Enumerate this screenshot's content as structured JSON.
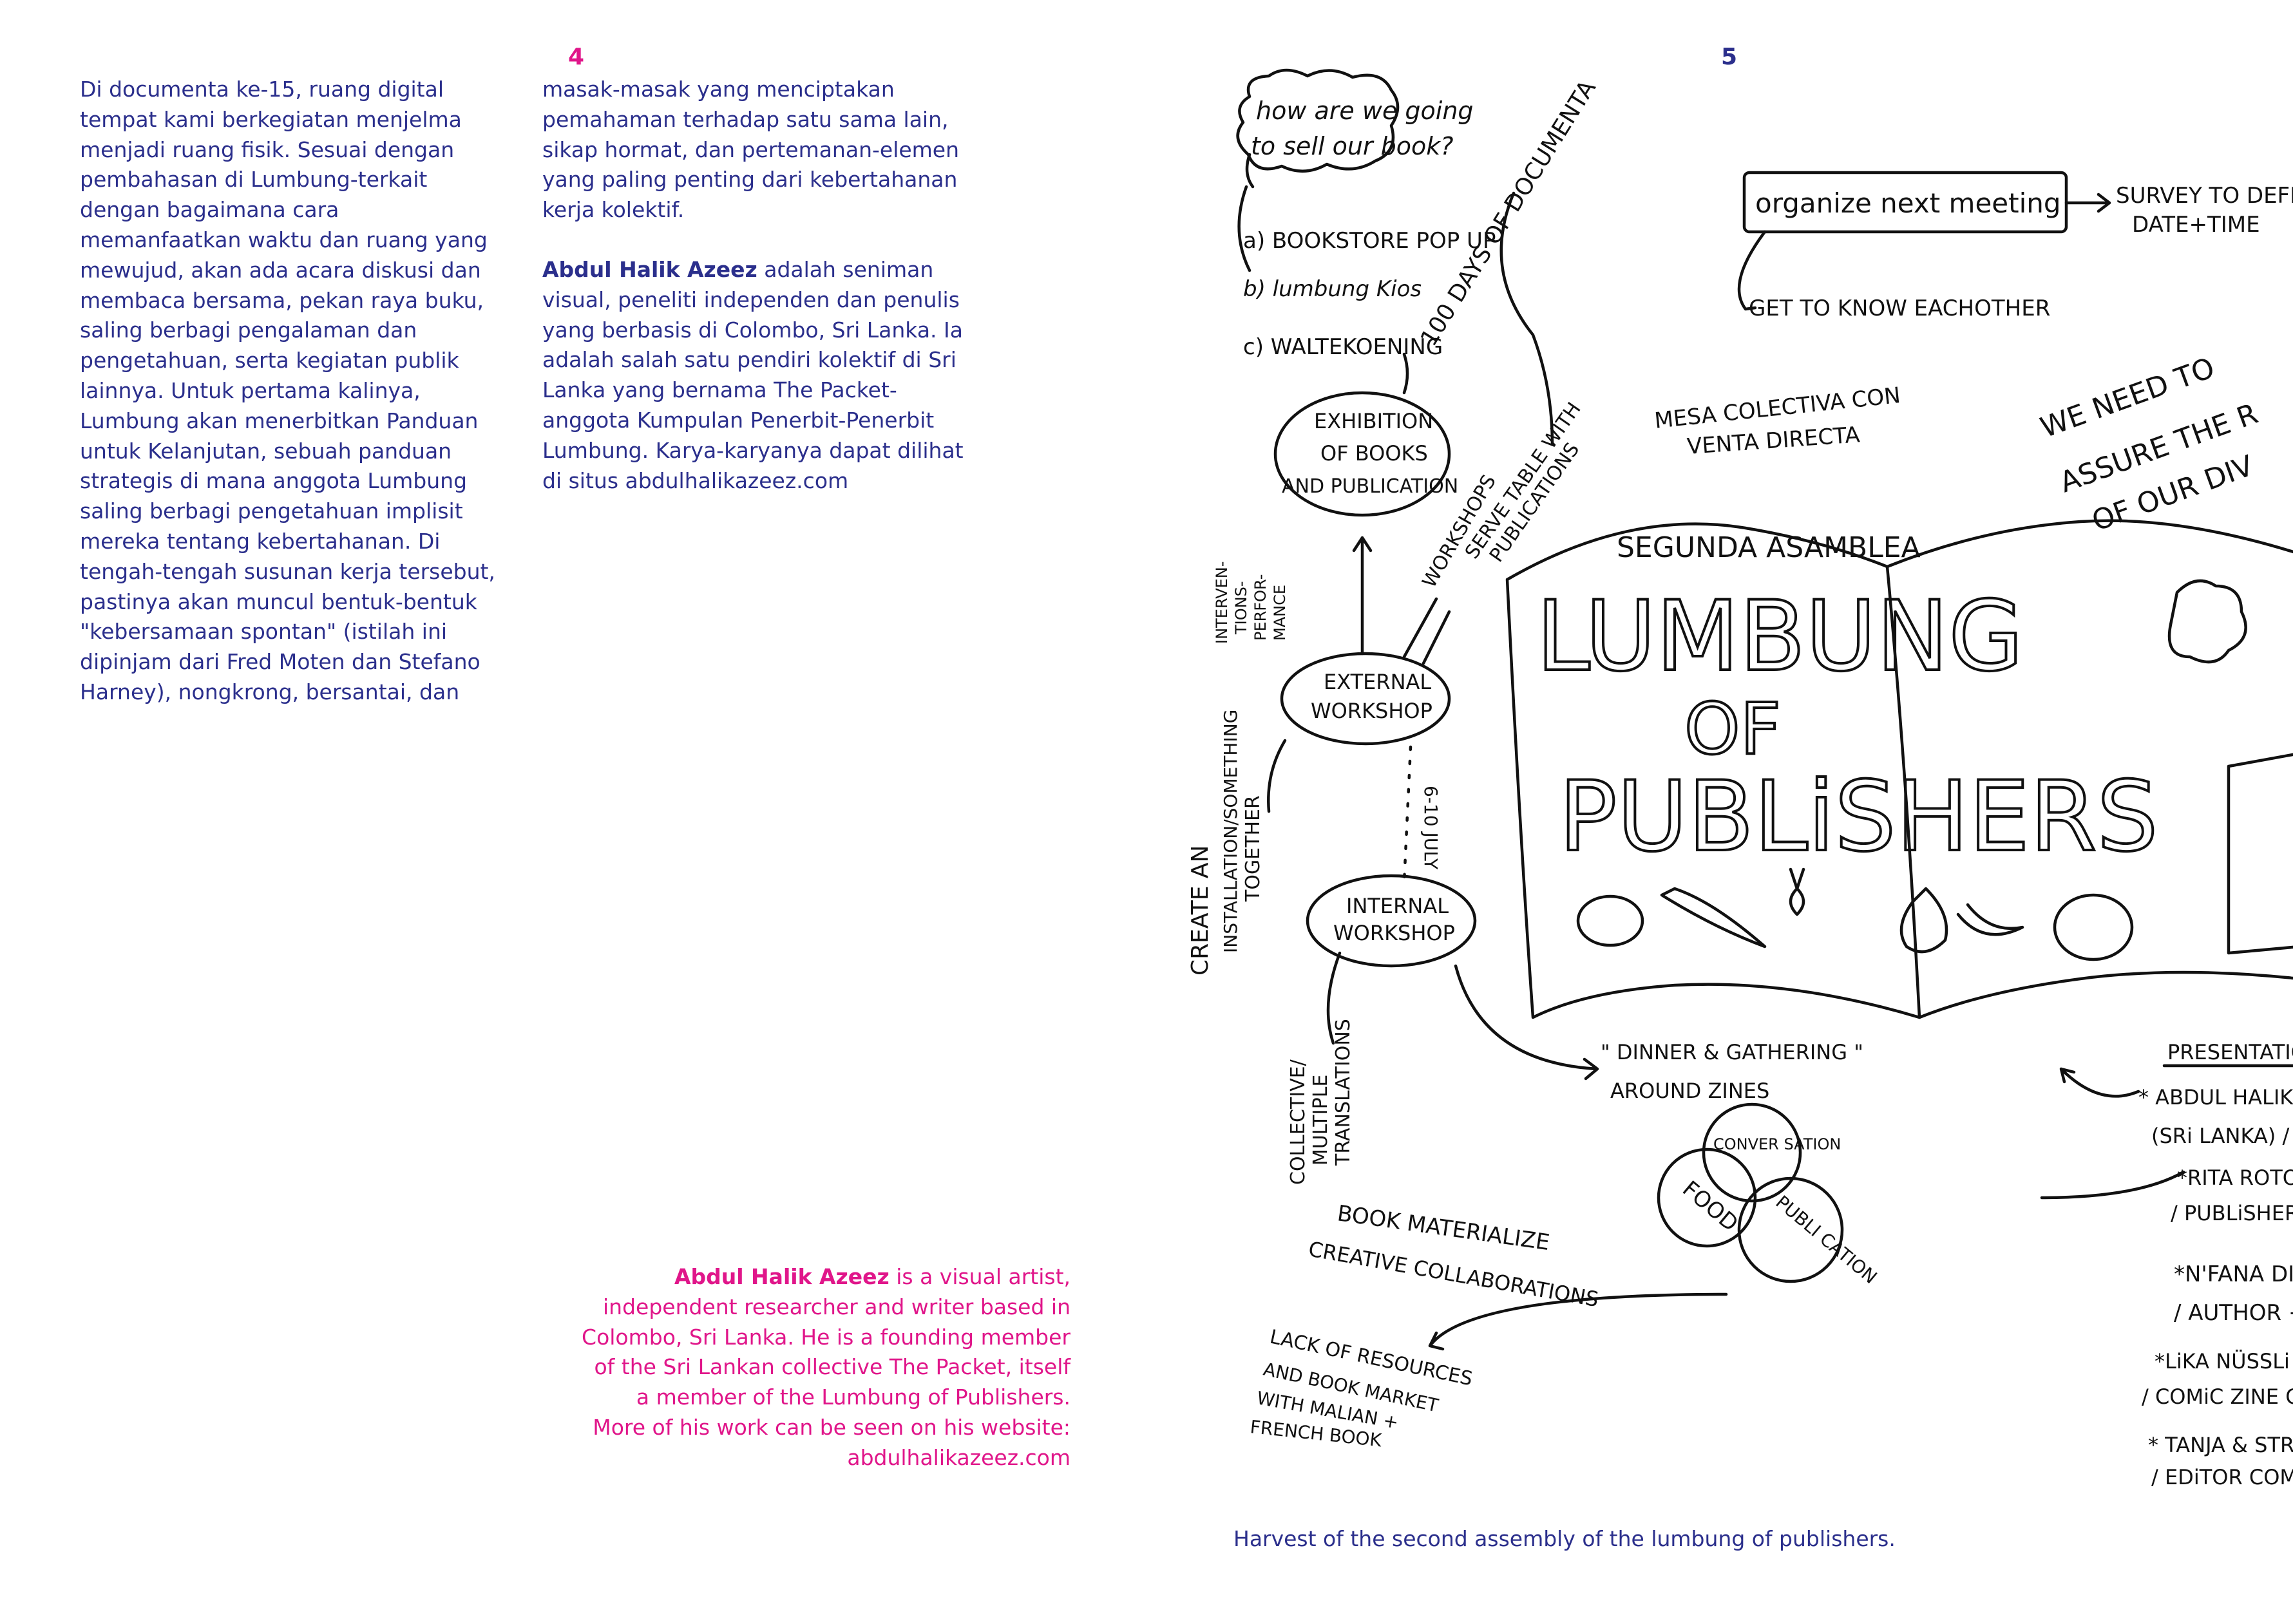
{
  "left_page": {
    "page_number": "4",
    "column_1": {
      "body": "Di documenta ke-15, ruang digital tempat kami berkegiatan menjelma menjadi ruang fisik. Sesuai dengan pembahasan di Lumbung-terkait dengan bagaimana cara memanfaatkan waktu dan ruang yang mewujud,  akan ada acara diskusi dan membaca bersama, pekan raya buku, saling berbagi pengalaman dan pengetahuan, serta kegiatan publik lainnya. Untuk pertama kalinya, Lumbung akan menerbitkan Panduan untuk Kelanjutan, sebuah panduan strategis di mana anggota Lumbung saling berbagi pengetahuan implisit mereka tentang kebertahanan. Di tengah-tengah susunan kerja tersebut, pastinya akan muncul bentuk-bentuk \"kebersamaan spontan\" (istilah ini dipinjam dari Fred Moten dan Stefano Harney), nongkrong, bersantai, dan"
    },
    "column_2": {
      "continuation": "masak-masak yang menciptakan pemahaman terhadap satu sama lain, sikap hormat, dan pertemanan-elemen yang paling penting dari kebertahanan kerja kolektif.",
      "bio_name": "Abdul Halik Azeez",
      "bio_text": " adalah seniman visual, peneliti independen dan penulis yang berbasis di Colombo, Sri Lanka. Ia adalah salah satu pendiri kolektif di Sri Lanka yang bernama The Packet-anggota Kumpulan Penerbit-Penerbit Lumbung. Karya-karyanya dapat dilihat di situs abdulhalikazeez.com"
    },
    "bio_en": {
      "name": "Abdul Halik Azeez",
      "text": " is a visual artist, independent researcher and writer based in Colombo, Sri Lanka. He is a founding member of the Sri Lankan collective The Packet, itself a member of the Lumbung of Publishers. More of his work can be seen on his website: abdulhalikazeez.com"
    }
  },
  "right_page": {
    "page_number": "5",
    "caption": "Harvest of the second assembly of the lumbung of publishers.",
    "sketch": {
      "cloud_line1": "how are we going",
      "cloud_line2": "to sell our book?",
      "opt_a": "a) BOOKSTORE POP UP",
      "opt_b": "b) lumbung Kios",
      "opt_c": "c) WALTEKOENING",
      "days": "100 DAYS OF DOCUMENTA",
      "next_meeting": "organize next meeting",
      "survey_1": "SURVEY TO DEFI",
      "survey_2": "DATE+TIME",
      "get_to_know": "GET TO KNOW   EACHOTHER",
      "we_need_1": "WE NEED TO",
      "we_need_2": "ASSURE THE R",
      "we_need_3": "OF OUR DIV",
      "mesa_1": "MESA COLECTIVA CON",
      "mesa_2": "VENTA DIRECTA",
      "exhibition_1": "EXHIBITION",
      "exhibition_2": "OF BOOKS",
      "exhibition_3": "AND PUBLICATION",
      "serve_table_1": "SERVE TABLE WITH",
      "serve_table_2": "PUBLICATIONS",
      "workshops": "WORKSHOPS",
      "interventions_1": "INTERVEN-",
      "interventions_2": "TIONS-",
      "interventions_3": "PERFOR-",
      "interventions_4": "MANCE",
      "external_1": "EXTERNAL",
      "external_2": "WORKSHOP",
      "july": "6-10 JULY",
      "internal_1": "INTERNAL",
      "internal_2": "WORKSHOP",
      "create_1": "CREATE AN",
      "create_2": "INSTALLATION/SOMETHING",
      "create_3": "TOGETHER",
      "collective_1": "COLLECTIVE/",
      "collective_2": "MULTIPLE",
      "collective_3": "TRANSLATIONS",
      "segunda": "SEGUNDA ASAMBLEA",
      "lumbung": "LUMBUNG",
      "of": "OF",
      "publishers": "PUBLiSHERS",
      "dinner_1": "\" DINNER & GATHERING \"",
      "dinner_2": "AROUND ZINES",
      "venn_conversation": "CONVER SATION",
      "venn_food": "FOOD",
      "venn_publication": "PUBLI CATION",
      "book_materialize": "BOOK MATERIALIZE",
      "creative": "CREATIVE COLLABORATIONS",
      "lack_1": "LACK OF RESOURCES",
      "lack_2": "AND BOOK MARKET",
      "lack_3": "WITH MALIAN +",
      "lack_4": "FRENCH BOOK",
      "presentation": "PRESENTATION",
      "p1_a": "* ABDUL HALIK AZEEZ",
      "p1_b": "(SRi LANKA) / PUBLISHER",
      "p2_a": "*RITA ROTOLPRESS (KASSEL)",
      "p2_b": "/ PUBLiSHER + BOOKSTORE",
      "p3_a": "*N'FANA DIAKITE (MALI)",
      "p3_b": "/ AUTHOR + WRiTER + EDiTOR",
      "p4_a": "*LiKA NÜSSLi",
      "p4_b": "/ COMiC ZINE COLLECTIVE",
      "p5_a": "* TANJA & STRiPBURGER",
      "p5_b": "/ EDiTOR  COMiC + ART + ZiNES"
    }
  },
  "colors": {
    "body_text": "#2b2f8c",
    "accent_magenta": "#e0168a",
    "ink": "#111111"
  }
}
